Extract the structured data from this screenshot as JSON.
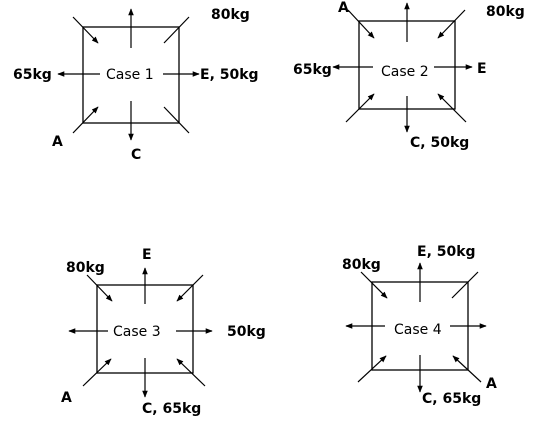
{
  "cases": [
    {
      "name": "Case 1",
      "labels": {
        "top_right": "80kg",
        "left": "65kg",
        "right": "E, 50kg",
        "bottom_left": "A",
        "bottom": "C"
      }
    },
    {
      "name": "Case 2",
      "labels": {
        "top_left": "A",
        "top_right": "80kg",
        "left": "65kg",
        "right": "E",
        "bottom": "C, 50kg"
      }
    },
    {
      "name": "Case 3",
      "labels": {
        "top_left": "80kg",
        "top": "E",
        "right": "50kg",
        "bottom_left": "A",
        "bottom": "C, 65kg"
      }
    },
    {
      "name": "Case 4",
      "labels": {
        "top_left": "80kg",
        "top": "E, 50kg",
        "bottom_right": "A",
        "bottom": "C, 65kg"
      }
    }
  ]
}
